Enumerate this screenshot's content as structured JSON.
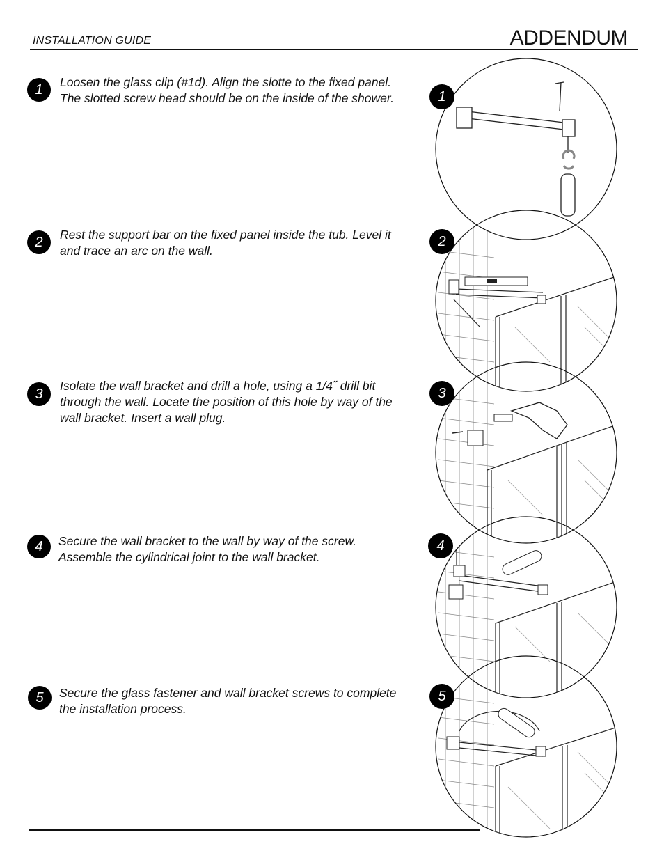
{
  "header": {
    "guide_label": "INSTALLATION GUIDE",
    "addendum_label": "ADDENDUM"
  },
  "steps": [
    {
      "number": "1",
      "text": "Loosen the glass clip (#1d). Align the slotte to the fixed panel. The slotted screw head should be on the inside of the shower."
    },
    {
      "number": "2",
      "text": "Rest the support bar on the fixed panel inside the tub. Level it and trace an arc on the wall."
    },
    {
      "number": "3",
      "text": "Isolate the wall bracket and drill a hole, using a 1/4˝ drill bit through the wall. Locate the position of this hole by way of the wall bracket. Insert a wall plug."
    },
    {
      "number": "4",
      "text": "Secure the wall bracket to the wall by way of the screw. Assemble the cylindrical joint to the wall bracket."
    },
    {
      "number": "5",
      "text": "Secure the glass fastener and wall bracket screws to complete the installation process."
    }
  ]
}
